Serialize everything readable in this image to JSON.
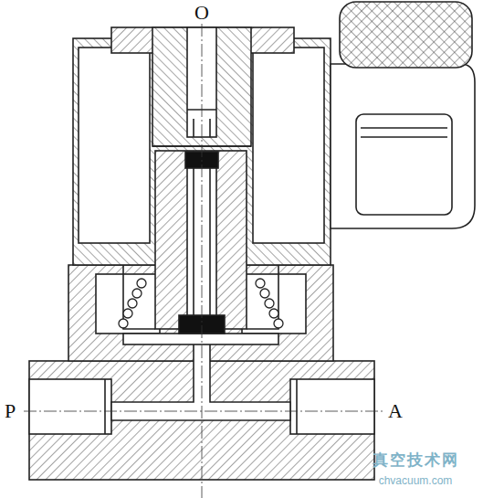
{
  "diagram": {
    "labels": [
      "O",
      "P",
      "A",
      "真空技术网",
      "chvacuum.com"
    ]
  }
}
